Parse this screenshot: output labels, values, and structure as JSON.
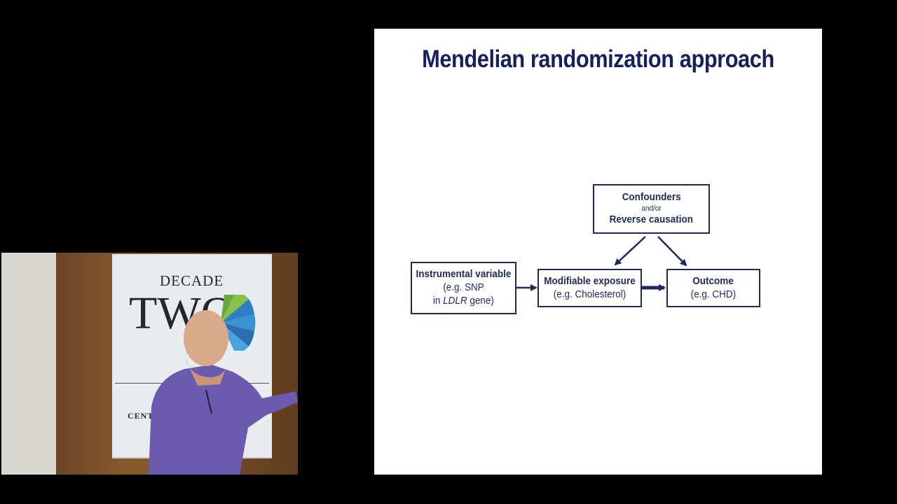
{
  "camera": {
    "banner_top": "DECADE",
    "banner_big": "TWO",
    "banner_bottom": "CENTR"
  },
  "slide": {
    "title": "Mendelian randomization approach",
    "nodes": {
      "confounders": {
        "line1": "Confounders",
        "line2": "and/or",
        "line3": "Reverse causation"
      },
      "instrument": {
        "line1": "Instrumental variable",
        "line2": "(e.g. SNP",
        "line3_prefix": "in ",
        "line3_italic": "LDLR",
        "line3_suffix": " gene)"
      },
      "exposure": {
        "line1": "Modifiable exposure",
        "line2": "(e.g. Cholesterol)"
      },
      "outcome": {
        "line1": "Outcome",
        "line2": "(e.g. CHD)"
      }
    }
  },
  "colors": {
    "slide_text": "#1d2a5a",
    "title": "#16215c",
    "background": "#000000"
  }
}
